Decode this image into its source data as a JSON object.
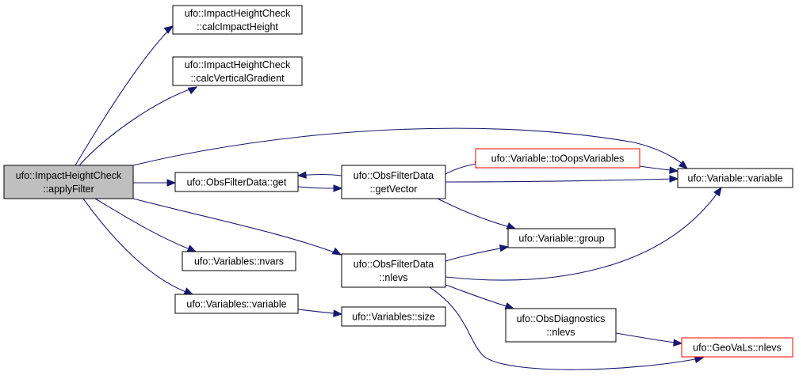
{
  "colors": {
    "edge": "#191970",
    "node_border": "#000000",
    "node_border_truncated": "#ff0000",
    "focus_fill": "#bfbfbf",
    "node_fill": "#ffffff"
  },
  "nodes": {
    "apply_filter": {
      "lines": [
        "ufo::ImpactHeightCheck",
        "::applyFilter"
      ],
      "focus": true
    },
    "calc_impact_height": {
      "lines": [
        "ufo::ImpactHeightCheck",
        "::calcImpactHeight"
      ]
    },
    "calc_vertical_gradient": {
      "lines": [
        "ufo::ImpactHeightCheck",
        "::calcVerticalGradient"
      ]
    },
    "obs_filter_data_get": {
      "lines": [
        "ufo::ObsFilterData::get"
      ]
    },
    "obs_filter_data_get_vector": {
      "lines": [
        "ufo::ObsFilterData",
        "::getVector"
      ]
    },
    "variable_to_oops_variables": {
      "lines": [
        "ufo::Variable::toOopsVariables"
      ],
      "truncated": true
    },
    "variable_variable": {
      "lines": [
        "ufo::Variable::variable"
      ]
    },
    "variable_group": {
      "lines": [
        "ufo::Variable::group"
      ]
    },
    "variables_nvars": {
      "lines": [
        "ufo::Variables::nvars"
      ]
    },
    "obs_filter_data_nlevs": {
      "lines": [
        "ufo::ObsFilterData",
        "::nlevs"
      ]
    },
    "variables_variable": {
      "lines": [
        "ufo::Variables::variable"
      ]
    },
    "variables_size": {
      "lines": [
        "ufo::Variables::size"
      ]
    },
    "obs_diagnostics_nlevs": {
      "lines": [
        "ufo::ObsDiagnostics",
        "::nlevs"
      ]
    },
    "geovals_nlevs": {
      "lines": [
        "ufo::GeoVaLs::nlevs"
      ],
      "truncated": true
    }
  },
  "edges": [
    [
      "apply_filter",
      "calc_impact_height"
    ],
    [
      "apply_filter",
      "calc_vertical_gradient"
    ],
    [
      "apply_filter",
      "variable_variable"
    ],
    [
      "apply_filter",
      "obs_filter_data_get"
    ],
    [
      "apply_filter",
      "variables_nvars"
    ],
    [
      "apply_filter",
      "obs_filter_data_nlevs"
    ],
    [
      "apply_filter",
      "variables_variable"
    ],
    [
      "obs_filter_data_get",
      "obs_filter_data_get_vector"
    ],
    [
      "obs_filter_data_get_vector",
      "obs_filter_data_get"
    ],
    [
      "obs_filter_data_get_vector",
      "variable_to_oops_variables"
    ],
    [
      "obs_filter_data_get_vector",
      "variable_variable"
    ],
    [
      "obs_filter_data_get_vector",
      "variable_group"
    ],
    [
      "variable_to_oops_variables",
      "variable_variable"
    ],
    [
      "obs_filter_data_nlevs",
      "variable_group"
    ],
    [
      "obs_filter_data_nlevs",
      "variable_variable"
    ],
    [
      "obs_filter_data_nlevs",
      "obs_diagnostics_nlevs"
    ],
    [
      "obs_filter_data_nlevs",
      "geovals_nlevs"
    ],
    [
      "variables_variable",
      "variables_size"
    ],
    [
      "obs_diagnostics_nlevs",
      "geovals_nlevs"
    ]
  ]
}
